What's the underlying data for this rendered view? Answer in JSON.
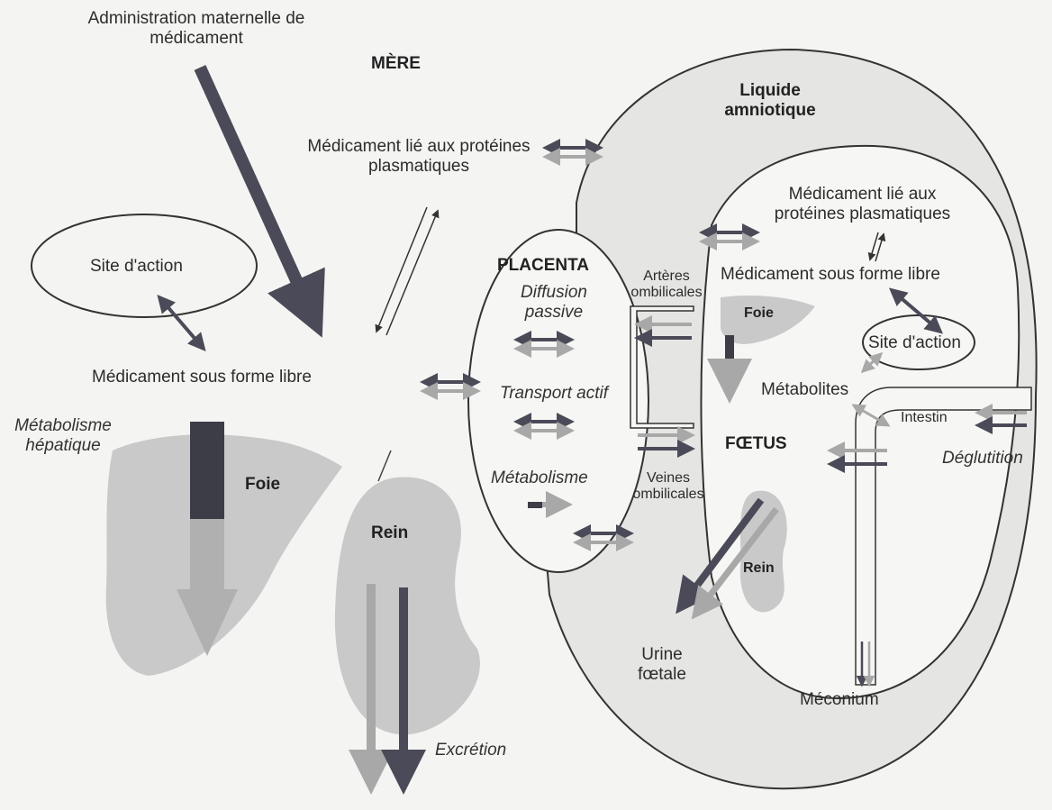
{
  "labels": {
    "admin": "Administration maternelle de médicament",
    "mere": "MÈRE",
    "liquide": "Liquide amniotique",
    "lie_mere": "Médicament lié aux protéines plasmatiques",
    "site_mere": "Site d'action",
    "libre_mere": "Médicament sous forme libre",
    "metab_hep": "Métabolisme hépatique",
    "foie_mere": "Foie",
    "rein_mere": "Rein",
    "excretion": "Excrétion",
    "placenta": "PLACENTA",
    "diffusion": "Diffusion passive",
    "transport": "Transport actif",
    "metabolisme": "Métabolisme",
    "arteres": "Artères ombilicales",
    "veines": "Veines ombilicales",
    "lie_foetus": "Médicament lié aux protéines plasmatiques",
    "libre_foetus": "Médicament sous forme libre",
    "foie_foetus": "Foie",
    "site_foetus": "Site d'action",
    "metabolites": "Métabolites",
    "intestin": "Intestin",
    "foetus": "FŒTUS",
    "deglutition": "Déglutition",
    "rein_foetus": "Rein",
    "urine": "Urine fœtale",
    "meconium": "Méconium"
  },
  "colors": {
    "dark_arrow": "#4a4a58",
    "light_arrow": "#a8a8a8",
    "organ_fill": "#c9c9c9",
    "amnio_fill": "#e5e5e3",
    "foetus_fill": "#f6f6f4"
  }
}
